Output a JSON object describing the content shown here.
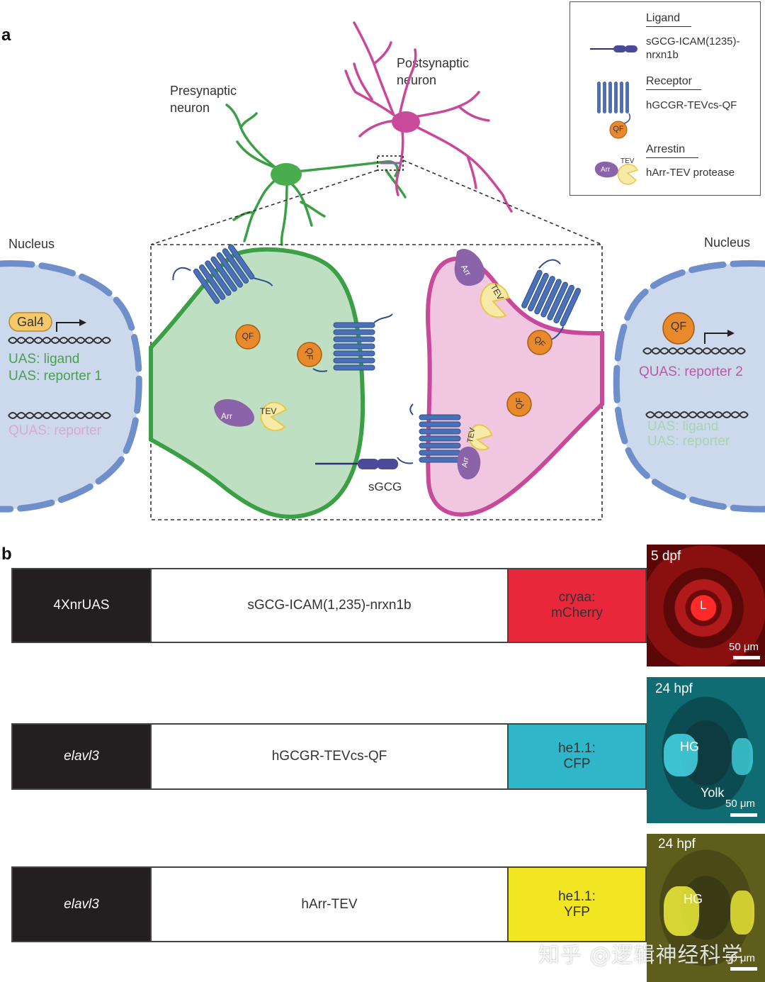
{
  "panel_a": {
    "letter": "a",
    "presynaptic_label": [
      "Presynaptic",
      "neuron"
    ],
    "postsynaptic_label": [
      "Postsynaptic",
      "neuron"
    ],
    "nucleus_left": "Nucleus",
    "nucleus_right": "Nucleus",
    "left_nucleus": {
      "gal4": "Gal4",
      "uas_ligand": "UAS: ligand",
      "uas_reporter1": "UAS: reporter 1",
      "quas_reporter": "QUAS: reporter"
    },
    "right_nucleus": {
      "qf": "QF",
      "quas_reporter2": "QUAS: reporter 2",
      "uas_ligand": "UAS: ligand",
      "uas_reporter": "UAS: reporter"
    },
    "synapse": {
      "qf": "QF",
      "tev": "TEV",
      "arr": "Arr",
      "sgcg": "sGCG"
    },
    "colors": {
      "presynaptic": "#3a9f45",
      "presynaptic_fill": "#bfdfc2",
      "postsynaptic": "#c8489a",
      "postsynaptic_fill": "#f0c6e0",
      "receptor": "#4a70b8",
      "qf": "#e88a2b",
      "arrestin": "#8a63a8",
      "tev": "#f7e9a6",
      "nucleus_fill": "#ccd8ec",
      "nucleus_edge": "#6f8fcb",
      "green_text": "#4aa052",
      "pink_text": "#b95aa2"
    }
  },
  "legend": {
    "ligand_title": "Ligand",
    "ligand_name": [
      "sGCG-ICAM(1235)-",
      "nrxn1b"
    ],
    "receptor_title": "Receptor",
    "receptor_name": "hGCGR-TEVcs-QF",
    "receptor_qf": "QF",
    "arrestin_title": "Arrestin",
    "arrestin_name": "hArr-TEV protease",
    "arrestin_arr": "Arr",
    "arrestin_tev": "TEV"
  },
  "panel_b": {
    "letter": "b",
    "constructs": [
      {
        "promoter": "4XnrUAS",
        "italic": false,
        "gene": "sGCG-ICAM(1,235)-nrxn1b",
        "marker": [
          "cryaa:",
          "mCherry"
        ],
        "marker_color": "#e8283a"
      },
      {
        "promoter": "elavl3",
        "italic": true,
        "gene": "hGCGR-TEVcs-QF",
        "marker": [
          "he1.1:",
          "CFP"
        ],
        "marker_color": "#2fb6c9"
      },
      {
        "promoter": "elavl3",
        "italic": true,
        "gene": "hArr-TEV",
        "marker": [
          "he1.1:",
          "YFP"
        ],
        "marker_color": "#f2e522"
      }
    ],
    "images": [
      {
        "stage": "5 dpf",
        "labels": [
          "L"
        ],
        "scale": "50 μm"
      },
      {
        "stage": "24 hpf",
        "labels": [
          "HG",
          "Yolk"
        ],
        "scale": "50 μm"
      },
      {
        "stage": "24 hpf",
        "labels": [
          "HG"
        ],
        "scale": "50 μm"
      }
    ]
  },
  "watermark": "知乎 @逻辑神经科学"
}
